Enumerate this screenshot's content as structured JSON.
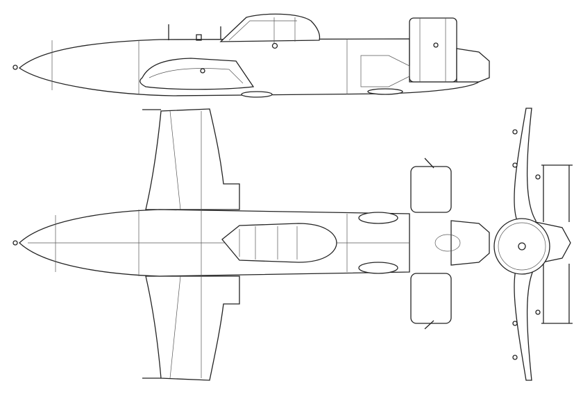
{
  "figure": {
    "type": "three-view line drawing",
    "views": [
      "side",
      "top",
      "front"
    ],
    "colors": {
      "stroke": "#222222",
      "thin_stroke": "#555555",
      "background": "#ffffff"
    }
  }
}
